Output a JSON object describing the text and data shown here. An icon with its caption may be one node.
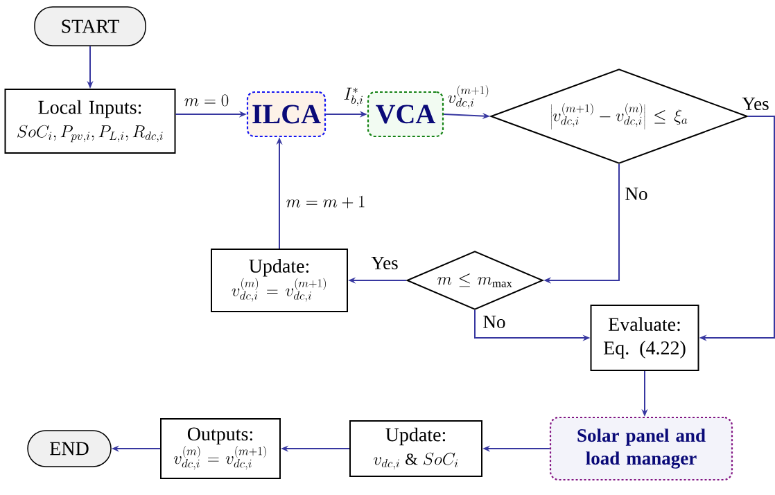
{
  "diagram": {
    "nodes": [
      {
        "text": [
          "START"
        ]
      },
      {
        "text": [
          "Local Inputs:",
          "SoC_i, P_{pv,i}, P_{L,i}, R_{dc,i}"
        ]
      },
      {
        "text": [
          "ILCA"
        ]
      },
      {
        "text": [
          "VCA"
        ]
      },
      {
        "text": [
          "\\left|v_{dc,i}^{(m+1)} - v_{dc,i}^{(m)}\\right| \\le \\xi_a"
        ]
      },
      {
        "text": [
          "Update:",
          "v_{dc,i}^{(m)} = v_{dc,i}^{(m+1)}"
        ]
      },
      {
        "text": [
          "m \\le m_{\\max}"
        ]
      },
      {
        "text": [
          "Evaluate:",
          "Eq. (4.22)"
        ]
      },
      {
        "text": [
          "Solar panel and load manager"
        ]
      },
      {
        "text": [
          "Update:",
          "v_{dc,i} \\mathbin{\\&} SoC_i"
        ]
      },
      {
        "text": [
          "Outputs:",
          "v_{dc,i}^{(m)} = v_{dc,i}^{(m+1)}"
        ]
      },
      {
        "text": [
          "END"
        ]
      }
    ],
    "edges": [
      {
        "from": 0,
        "to": 1,
        "arrow": "to"
      },
      {
        "from": 1,
        "to": 2,
        "arrow": "to",
        "label": "m = 0"
      },
      {
        "from": 2,
        "to": 3,
        "arrow": "to",
        "label": "I_{b,i}^{*}"
      },
      {
        "from": 3,
        "to": 4,
        "arrow": "to",
        "label": "v_{dc,i}^{(m+1)}"
      },
      {
        "from": 4,
        "to": 7,
        "arrow": "to",
        "label": "Yes"
      },
      {
        "from": 4,
        "to": 6,
        "arrow": "to",
        "label": "No"
      },
      {
        "from": 6,
        "to": 5,
        "arrow": "to",
        "label": "Yes"
      },
      {
        "from": 6,
        "to": 7,
        "arrow": "to",
        "label": "No"
      },
      {
        "from": 5,
        "to": 2,
        "arrow": "to",
        "label": "m = m + 1"
      },
      {
        "from": 7,
        "to": 8,
        "arrow": "to"
      },
      {
        "from": 8,
        "to": 9,
        "arrow": "to"
      },
      {
        "from": 9,
        "to": 10,
        "arrow": "to"
      },
      {
        "from": 10,
        "to": 11,
        "arrow": "to"
      }
    ]
  }
}
